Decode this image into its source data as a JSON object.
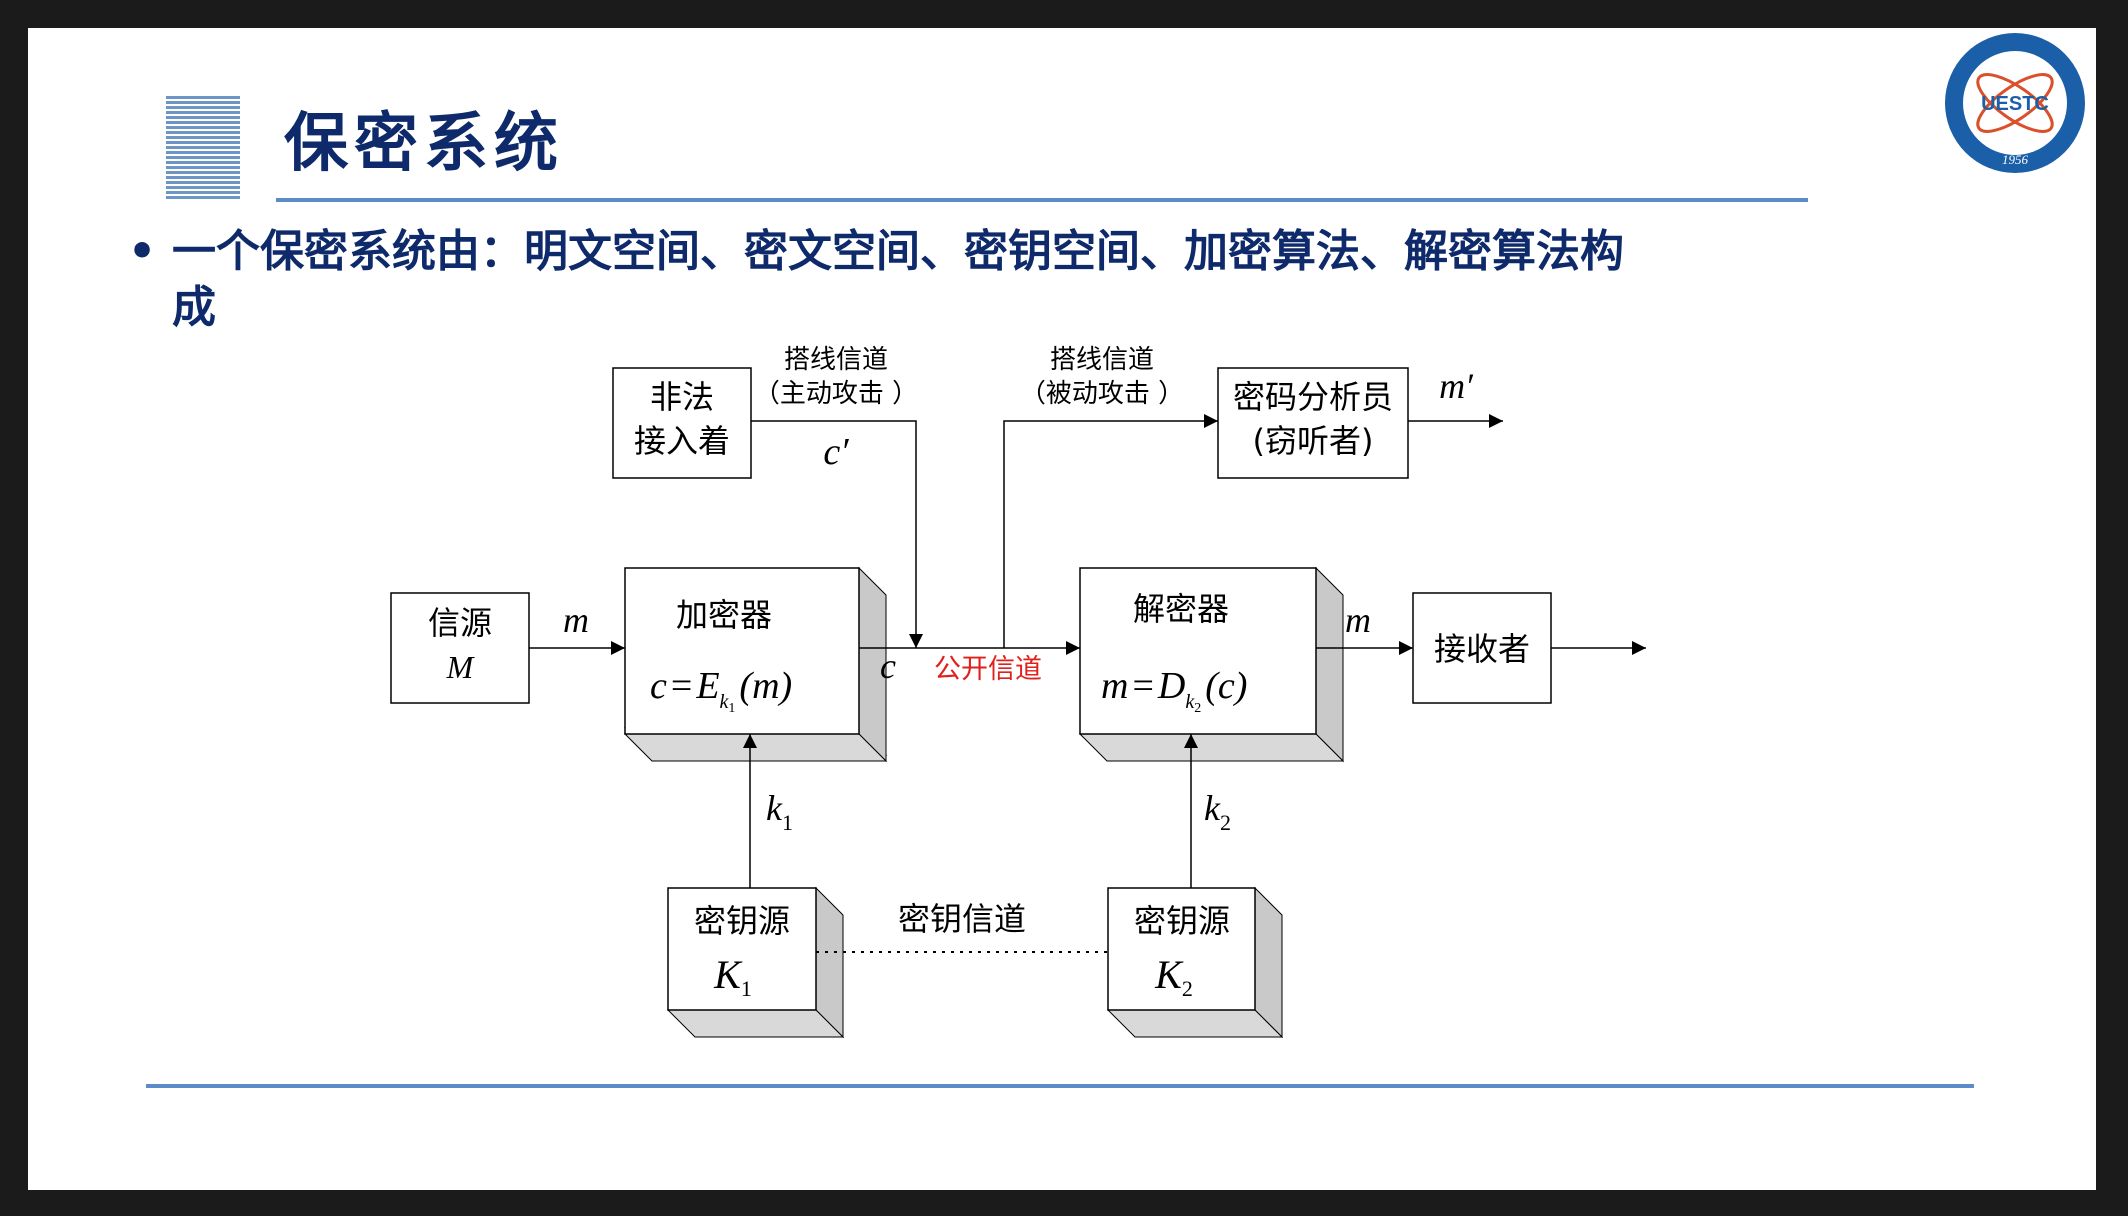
{
  "slide": {
    "title": "保密系统",
    "bullet": "•",
    "bullet_line_1": "一个保密系统由：明文空间、密文空间、密钥空间、加密算法、解密算法构",
    "bullet_line_2": "成"
  },
  "logo": {
    "text": "UESTC",
    "year": "1956",
    "colors": {
      "ring": "#1a5fa8",
      "accent": "#d9502b"
    }
  },
  "diagram": {
    "source": {
      "label": "信源",
      "symbol": "M"
    },
    "m_in": "m",
    "encryptor": {
      "label": "加密器",
      "formula_c": "c",
      "formula_eq": "=",
      "formula_E": "E",
      "formula_k": "k",
      "formula_sub": "1",
      "formula_m": "(m)"
    },
    "c_label": "c",
    "public_channel": "公开信道",
    "decryptor": {
      "label": "解密器",
      "formula_m": "m",
      "formula_eq": "=",
      "formula_D": "D",
      "formula_k": "k",
      "formula_sub": "2",
      "formula_c": "(c)"
    },
    "m_out": "m",
    "receiver": {
      "label": "接收者"
    },
    "attacker": {
      "line1": "非法",
      "line2": "接入着"
    },
    "active_tap": {
      "line1": "搭线信道",
      "line2": "（主动攻击 ）",
      "symbol": "c′"
    },
    "passive_tap": {
      "line1": "搭线信道",
      "line2": "（被动攻击 ）"
    },
    "analyst": {
      "line1": "密码分析员",
      "line2": "(窃听者)",
      "output": "m′"
    },
    "k1": {
      "label": "k",
      "sub": "1"
    },
    "k2": {
      "label": "k",
      "sub": "2"
    },
    "keysource1": {
      "label": "密钥源",
      "symbol": "K",
      "sub": "1"
    },
    "keysource2": {
      "label": "密钥源",
      "symbol": "K",
      "sub": "2"
    },
    "key_channel": "密钥信道",
    "colors": {
      "line": "#000000",
      "box_side": "#c9c9c9",
      "public_channel": "#e0201b"
    }
  }
}
